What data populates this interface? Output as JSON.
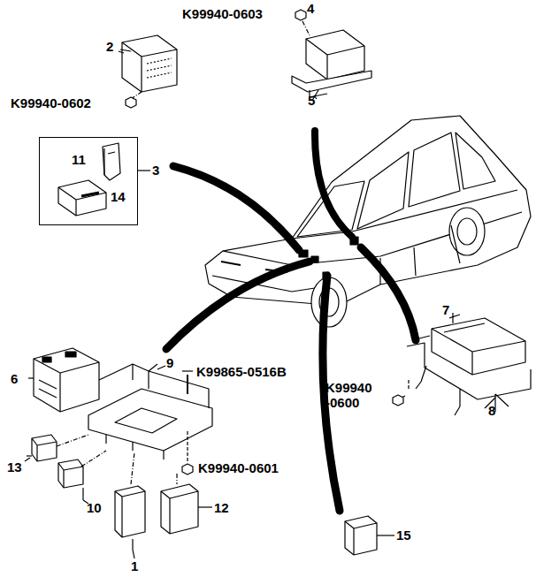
{
  "diagram": {
    "nodes": [
      {
        "text": [
          "11",
          "14"
        ]
      }
    ],
    "labels": [
      "K99940-0603",
      "4",
      "2",
      "K99940-0602",
      "5",
      "3",
      "7",
      "6",
      "9",
      "K99865-0516B",
      "K99940 -0600",
      "8",
      "13",
      "K99940-0601",
      "10",
      "12",
      "1",
      "15"
    ]
  }
}
